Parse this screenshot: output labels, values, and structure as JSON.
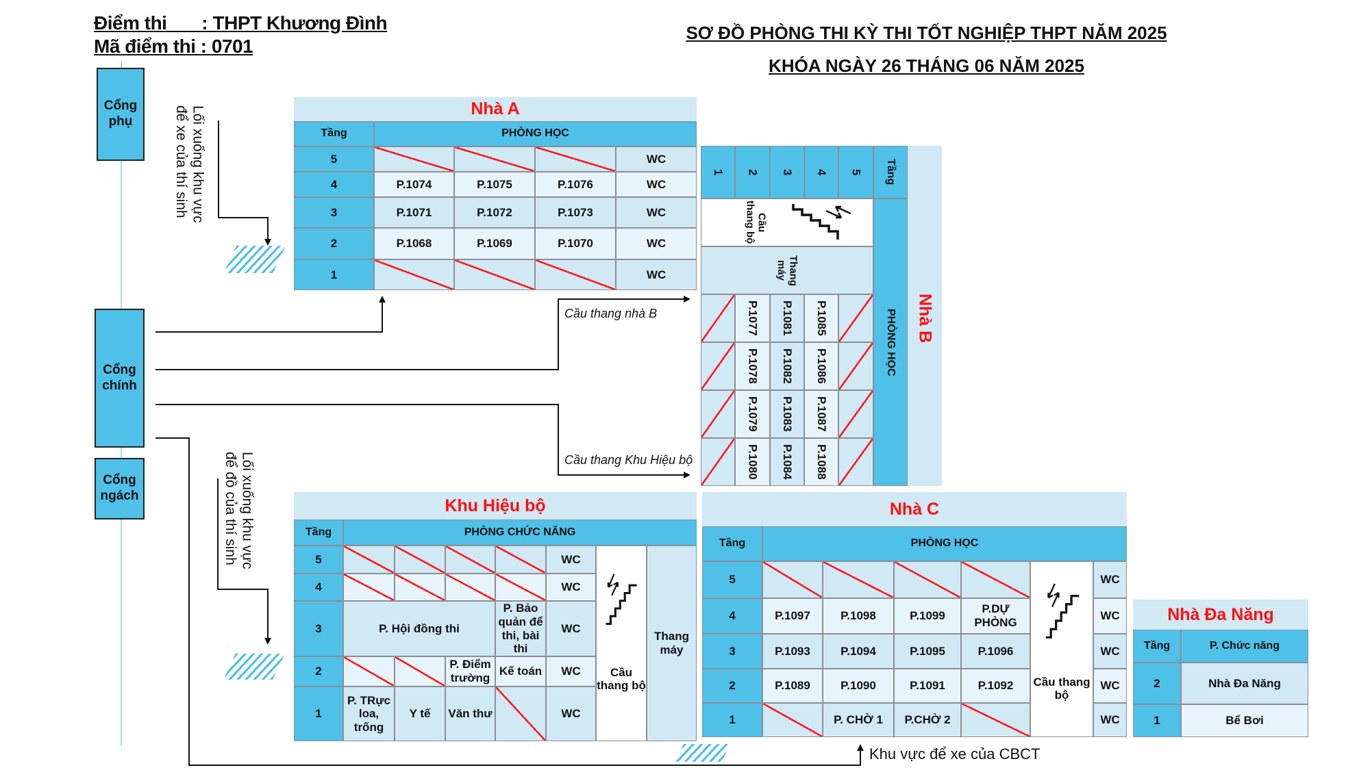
{
  "header": {
    "exam_site": "Điểm thi       : THPT Khương Đình",
    "exam_code": "Mã điểm thi : 0701",
    "title_line1": "SƠ ĐỒ PHÒNG THI KỲ THI TỐT NGHIỆP THPT NĂM 2025",
    "title_line2": "KHÓA NGÀY 26 THÁNG 06 NĂM 2025"
  },
  "gates": {
    "side": "Cổng phụ",
    "main": "Cổng chính",
    "alley": "Cổng ngách"
  },
  "annotations": {
    "student_parking_1": "Lối xuống khu vực\nđể xe của thí sinh",
    "student_parking_2": "Lối xuống khu vực\nđể đồ của thí sinh",
    "stairs_b": "Cầu thang nhà B",
    "stairs_admin": "Cầu thang Khu Hiệu bộ",
    "staff_parking": "Khu vực để xe của CBCT"
  },
  "nha_a": {
    "title": "Nhà A",
    "floor_header": "Tầng",
    "rooms_header": "PHÒNG HỌC",
    "rows": [
      {
        "floor": "5",
        "cells": [
          "",
          "",
          "",
          "WC"
        ]
      },
      {
        "floor": "4",
        "cells": [
          "P.1074",
          "P.1075",
          "P.1076",
          "WC"
        ]
      },
      {
        "floor": "3",
        "cells": [
          "P.1071",
          "P.1072",
          "P.1073",
          "WC"
        ]
      },
      {
        "floor": "2",
        "cells": [
          "P.1068",
          "P.1069",
          "P.1070",
          "WC"
        ]
      },
      {
        "floor": "1",
        "cells": [
          "",
          "",
          "",
          "WC"
        ]
      }
    ]
  },
  "nha_b": {
    "title": "Nhà B",
    "floor_header": "Tầng",
    "rooms_header": "PHÒNG HỌC",
    "stairs": "Cầu thang bộ",
    "elevator": "Thang máy",
    "floors": [
      {
        "floor": "1",
        "rooms": [
          "",
          "",
          "",
          ""
        ]
      },
      {
        "floor": "2",
        "rooms": [
          "P.1077",
          "P.1078",
          "P.1079",
          "P.1080"
        ]
      },
      {
        "floor": "3",
        "rooms": [
          "P.1081",
          "P.1082",
          "P.1083",
          "P.1084"
        ]
      },
      {
        "floor": "4",
        "rooms": [
          "P.1085",
          "P.1086",
          "P.1087",
          "P.1088"
        ]
      },
      {
        "floor": "5",
        "rooms": [
          "",
          "",
          "",
          ""
        ]
      }
    ]
  },
  "khu_hieu_bo": {
    "title": "Khu Hiệu bộ",
    "floor_header": "Tầng",
    "rooms_header": "PHÒNG CHỨC NĂNG",
    "stairs": "Cầu thang bộ",
    "elevator": "Thang máy",
    "rows": [
      {
        "floor": "5",
        "cells": [
          "",
          "",
          "",
          "",
          "WC"
        ]
      },
      {
        "floor": "4",
        "cells": [
          "",
          "",
          "",
          "",
          "WC"
        ]
      },
      {
        "floor": "3",
        "cells": [
          "P. Hội đồng thi",
          "P. Bảo quản để thi, bài thi",
          "WC"
        ]
      },
      {
        "floor": "2",
        "cells": [
          "",
          "",
          "P. Điểm trường",
          "Kế toán",
          "WC"
        ]
      },
      {
        "floor": "1",
        "cells": [
          "P. TRực loa, trống",
          "Y tế",
          "Văn thư",
          "",
          "WC"
        ]
      }
    ]
  },
  "nha_c": {
    "title": "Nhà C",
    "floor_header": "Tầng",
    "rooms_header": "PHÒNG HỌC",
    "stairs": "Cầu thang bộ",
    "rows": [
      {
        "floor": "5",
        "cells": [
          "",
          "",
          "",
          ""
        ],
        "wc": "WC"
      },
      {
        "floor": "4",
        "cells": [
          "P.1097",
          "P.1098",
          "P.1099",
          "P.DỰ PHÒNG"
        ],
        "wc": "WC"
      },
      {
        "floor": "3",
        "cells": [
          "P.1093",
          "P.1094",
          "P.1095",
          "P.1096"
        ],
        "wc": "WC"
      },
      {
        "floor": "2",
        "cells": [
          "P.1089",
          "P.1090",
          "P.1091",
          "P.1092"
        ],
        "wc": "WC"
      },
      {
        "floor": "1",
        "cells": [
          "",
          "P. CHỜ 1",
          "P.CHỜ 2",
          ""
        ],
        "wc": "WC"
      }
    ]
  },
  "nha_da_nang": {
    "title": "Nhà Đa Năng",
    "floor_header": "Tầng",
    "function_header": "P. Chức năng",
    "rows": [
      {
        "floor": "2",
        "name": "Nhà Đa Năng"
      },
      {
        "floor": "1",
        "name": "Bể Bơi"
      }
    ]
  },
  "colors": {
    "dark": "#4fc0e8",
    "light": "#d1e8f5",
    "lighter": "#e8f4fb",
    "slash": "#ff1a1a",
    "title": "#ff1010"
  }
}
